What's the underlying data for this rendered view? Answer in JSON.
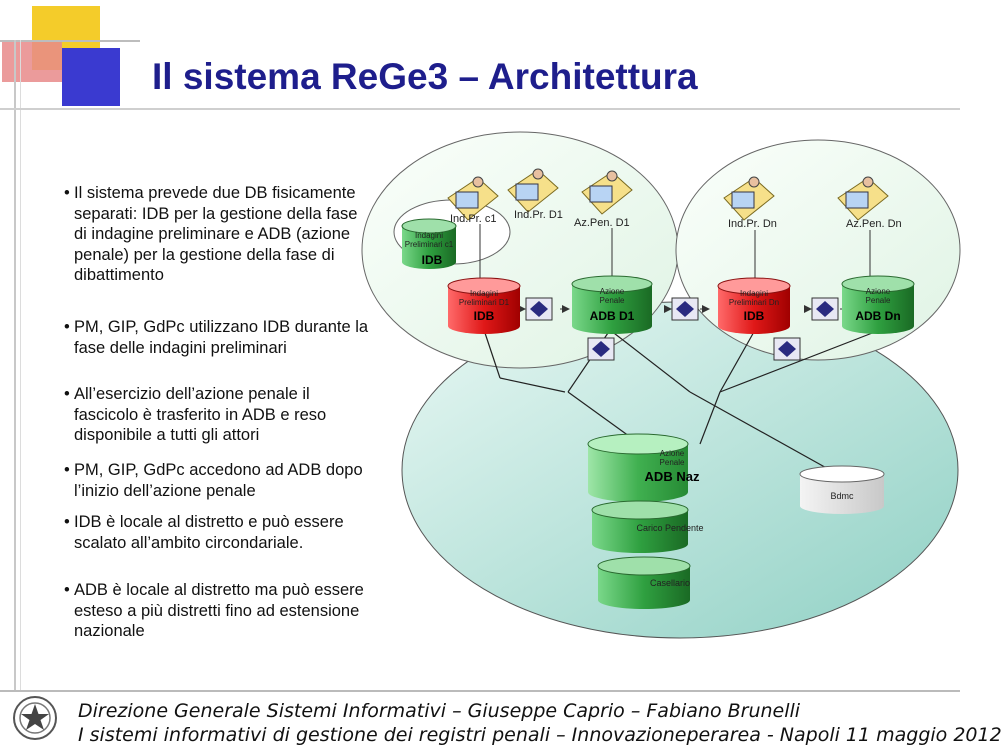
{
  "title": "Il sistema ReGe3 – Architettura",
  "bullets": [
    "Il sistema prevede due DB fisicamente separati:  IDB per la gestione della fase di indagine preliminare e ADB (azione penale) per la gestione della fase di dibattimento",
    "PM, GIP, GdPc utilizzano IDB durante la fase delle indagini preliminari",
    "All’esercizio dell’azione penale il fascicolo è trasferito in ADB e reso disponibile a tutti gli attori",
    "PM, GIP, GdPc accedono ad ADB dopo l’inizio dell’azione penale",
    "IDB è locale al distretto e può essere scalato all’ambito circondariale.",
    "ADB è locale al distretto ma può essere esteso a più distretti fino ad estensione nazionale"
  ],
  "diagram": {
    "labels": {
      "indpr_c1": "Ind.Pr. c1",
      "indpr_d1": "Ind.Pr. D1",
      "azpen_d1": "Az.Pen. D1",
      "indpr_dn": "Ind.Pr. Dn",
      "azpen_dn": "Az.Pen. Dn"
    },
    "cylinders": {
      "c1": {
        "small": "Indagini Preliminari c1",
        "big": "IDB"
      },
      "d1": {
        "small": "Indagini Preliminari D1",
        "big": "IDB"
      },
      "adb_d1": {
        "small": "Azione Penale",
        "big": "ADB D1"
      },
      "dn": {
        "small": "Indagini Preliminari Dn",
        "big": "IDB"
      },
      "adb_dn": {
        "small": "Azione Penale",
        "big": "ADB Dn"
      },
      "naz": {
        "small": "Azione Penale",
        "big": "ADB Naz"
      },
      "carico": {
        "small": "Carico Pendente"
      },
      "casellario": {
        "small": "Casellario"
      },
      "bdmc": {
        "small": "Bdmc"
      }
    }
  },
  "footer": {
    "line1": "Direzione Generale Sistemi Informativi – Giuseppe Caprio – Fabiano Brunelli",
    "line2": "I sistemi informativi di gestione dei registri penali – Innovazioneperarea - Napoli 11 maggio 2012"
  },
  "colors": {
    "title": "#1e1e8c",
    "deco_yellow": "#f4cc2a",
    "deco_blue": "#3a3ad0",
    "deco_red": "#e06a6a",
    "cylinder_red": "#e02a2a",
    "cylinder_green": "#3aa84a",
    "ellipse_teal": "#bfe8e0",
    "ellipse_mint": "#eafaf0"
  }
}
